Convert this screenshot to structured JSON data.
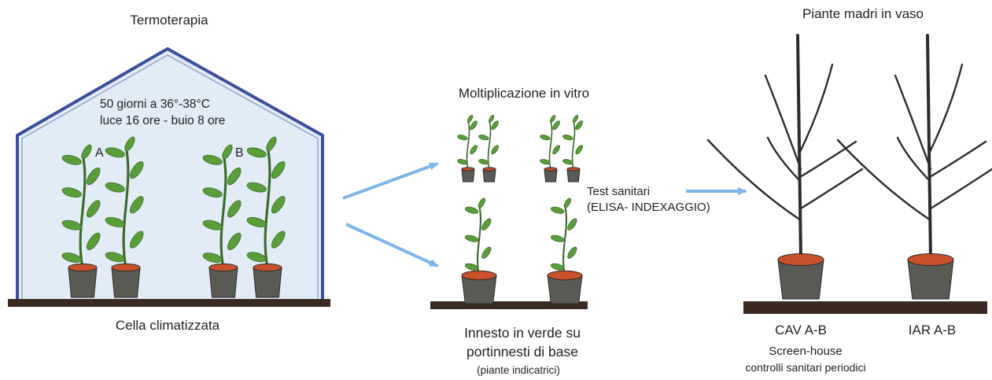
{
  "colors": {
    "greenhouse_frame": "#3c4f9c",
    "greenhouse_fill": "#d8e6f2",
    "arrow": "#7fb6ea",
    "soil": "#3a2a22",
    "pot": "#5a5a55",
    "pot_soil": "#c8502a",
    "leaf": "#5a9e3a",
    "stem": "#3b6b2a",
    "branch": "#2c2c2c"
  },
  "greenhouse": {
    "title": "Termoterapia",
    "conditions_line1": "50 giorni a 36°-38°C",
    "conditions_line2": "luce 16 ore - buio 8 ore",
    "group_a": "A",
    "group_b": "B",
    "caption": "Cella climatizzata"
  },
  "vitro": {
    "title": "Moltiplicazione in vitro"
  },
  "tests": {
    "line1": "Test sanitari",
    "line2": "(ELISA- INDEXAGGIO)"
  },
  "grafting": {
    "line1": "Innesto in verde su",
    "line2": "portinnesti di base",
    "line3": "(piante indicatrici)"
  },
  "mother_plants": {
    "title": "Piante madri in vaso",
    "label_left": "CAV A-B",
    "label_right": "IAR A-B",
    "screenhouse": "Screen-house",
    "controls": "controlli sanitari periodici"
  },
  "icons": [
    "greenhouse-icon",
    "seedling-icon",
    "pot-icon",
    "arrow-icon",
    "tree-icon"
  ]
}
